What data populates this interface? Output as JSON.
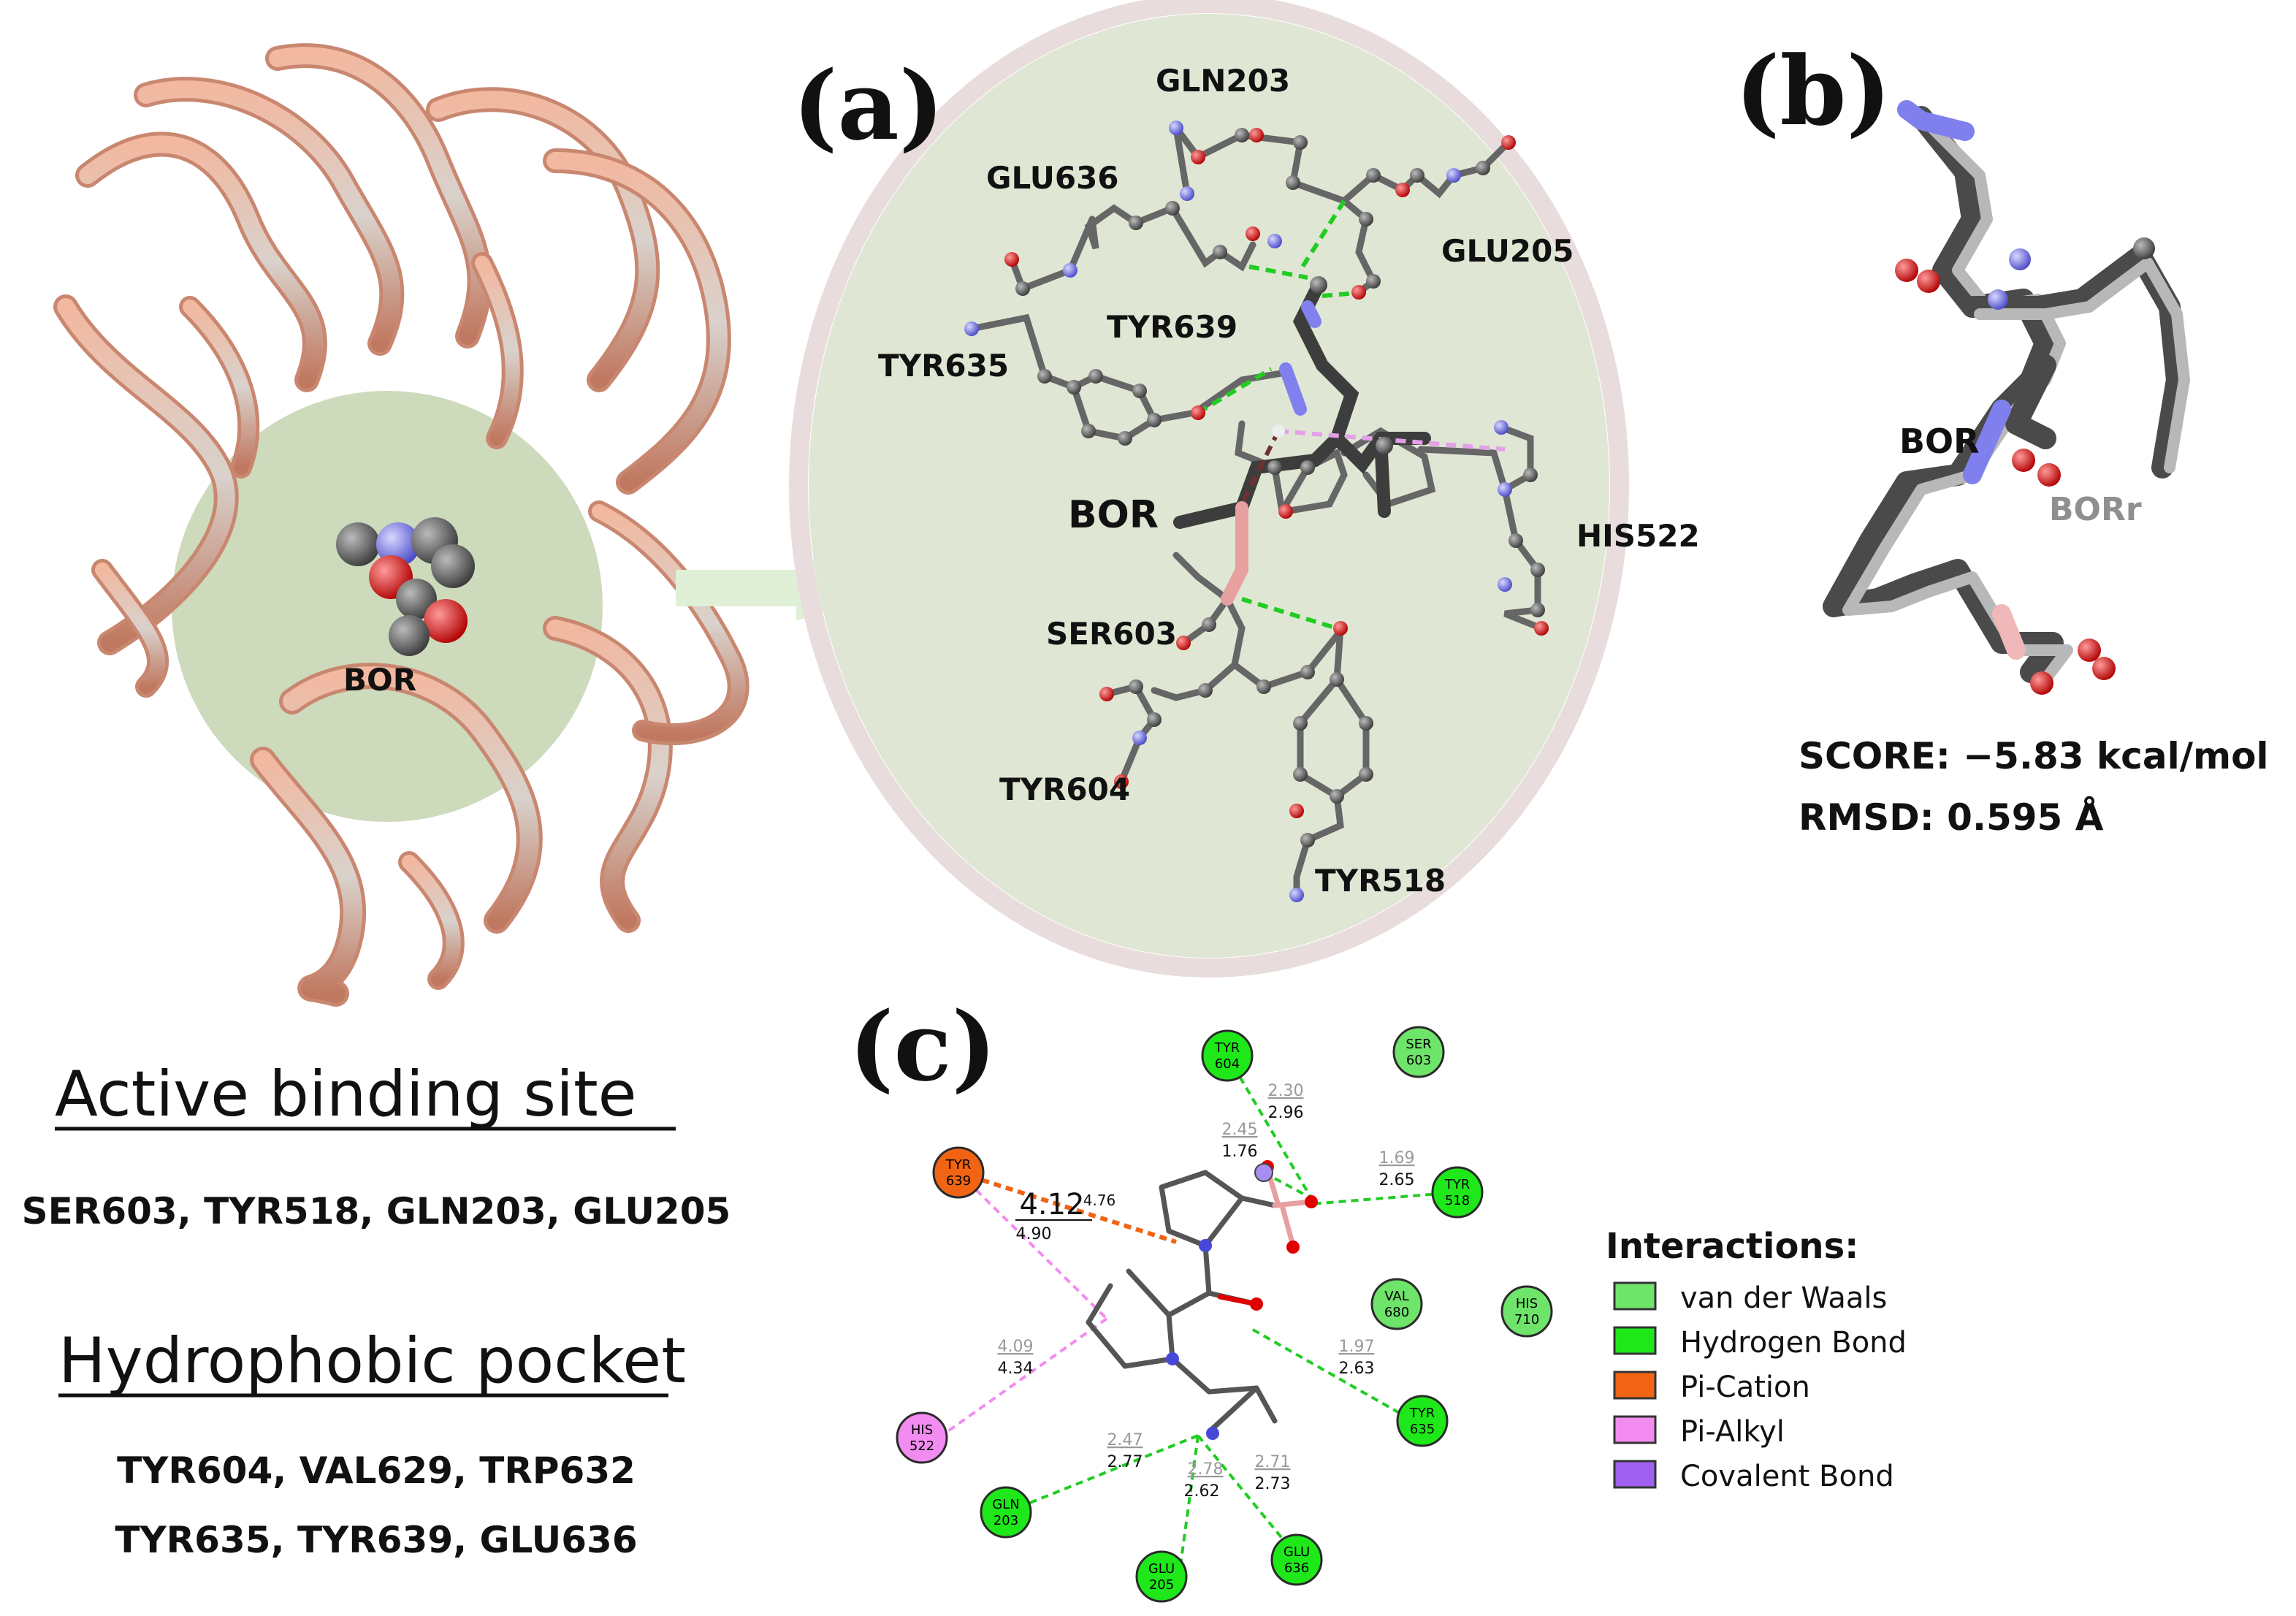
{
  "panels": {
    "a": "(a)",
    "b": "(b)",
    "c": "(c)"
  },
  "protein_view": {
    "ligand_label": "BOR"
  },
  "active_site": {
    "title": "Active binding site ",
    "residues": "SER603, TYR518, GLN203, GLU205"
  },
  "hydrophobic_pocket": {
    "title": "Hydrophobic pocket",
    "line1": "TYR604, VAL629, TRP632",
    "line2": "TYR635, TYR639, GLU636"
  },
  "panel_a": {
    "ligand": "BOR",
    "residues": [
      "GLN203",
      "GLU636",
      "GLU205",
      "TYR639",
      "TYR635",
      "HIS522",
      "SER603",
      "TYR604",
      "TYR518"
    ]
  },
  "panel_b": {
    "ligand": "BOR",
    "ligand_ref": "BORr",
    "score": "SCORE:  −5.83 kcal/mol",
    "rmsd": "RMSD: 0.595 Å"
  },
  "panel_c": {
    "nodes": [
      {
        "line1": "TYR",
        "line2": "604",
        "type": "hbond"
      },
      {
        "line1": "SER",
        "line2": "603",
        "type": "vdw"
      },
      {
        "line1": "TYR",
        "line2": "639",
        "type": "pication"
      },
      {
        "line1": "TYR",
        "line2": "518",
        "type": "hbond"
      },
      {
        "line1": "VAL",
        "line2": "680",
        "type": "vdw"
      },
      {
        "line1": "HIS",
        "line2": "710",
        "type": "vdw"
      },
      {
        "line1": "TYR",
        "line2": "635",
        "type": "hbond"
      },
      {
        "line1": "HIS",
        "line2": "522",
        "type": "pialkyl"
      },
      {
        "line1": "GLN",
        "line2": "203",
        "type": "hbond"
      },
      {
        "line1": "GLU",
        "line2": "205",
        "type": "hbond"
      },
      {
        "line1": "GLU",
        "line2": "636",
        "type": "hbond"
      }
    ],
    "distances": [
      {
        "top": "2.30",
        "bottom": "2.96"
      },
      {
        "top": "2.45",
        "bottom": "1.76"
      },
      {
        "top": "1.69",
        "bottom": "2.65"
      },
      {
        "top": "4.12",
        "side": "4.76",
        "bottom": "4.90"
      },
      {
        "top": "4.09",
        "bottom": "4.34"
      },
      {
        "top": "1.97",
        "bottom": "2.63"
      },
      {
        "top": "2.47",
        "bottom": "2.77"
      },
      {
        "top": "2.78",
        "bottom": "2.62"
      },
      {
        "top": "2.71",
        "bottom": "2.73"
      }
    ]
  },
  "legend": {
    "title": "Interactions:",
    "items": [
      {
        "label": "van der Waals",
        "color": "#6ee46a"
      },
      {
        "label": "Hydrogen Bond",
        "color": "#1ee81a"
      },
      {
        "label": "Pi-Cation",
        "color": "#f06413"
      },
      {
        "label": "Pi-Alkyl",
        "color": "#f28cf0"
      },
      {
        "label": "Covalent Bond",
        "color": "#a060f0"
      }
    ]
  },
  "colors": {
    "site_fill": "#dfe7d4",
    "ribbon": "#e8a08a",
    "carbon": "#4d4d4d",
    "oxygen": "#e00000",
    "nitrogen": "#7070ee",
    "hbond": "#22cc22",
    "boron": "#e6a0a0"
  }
}
